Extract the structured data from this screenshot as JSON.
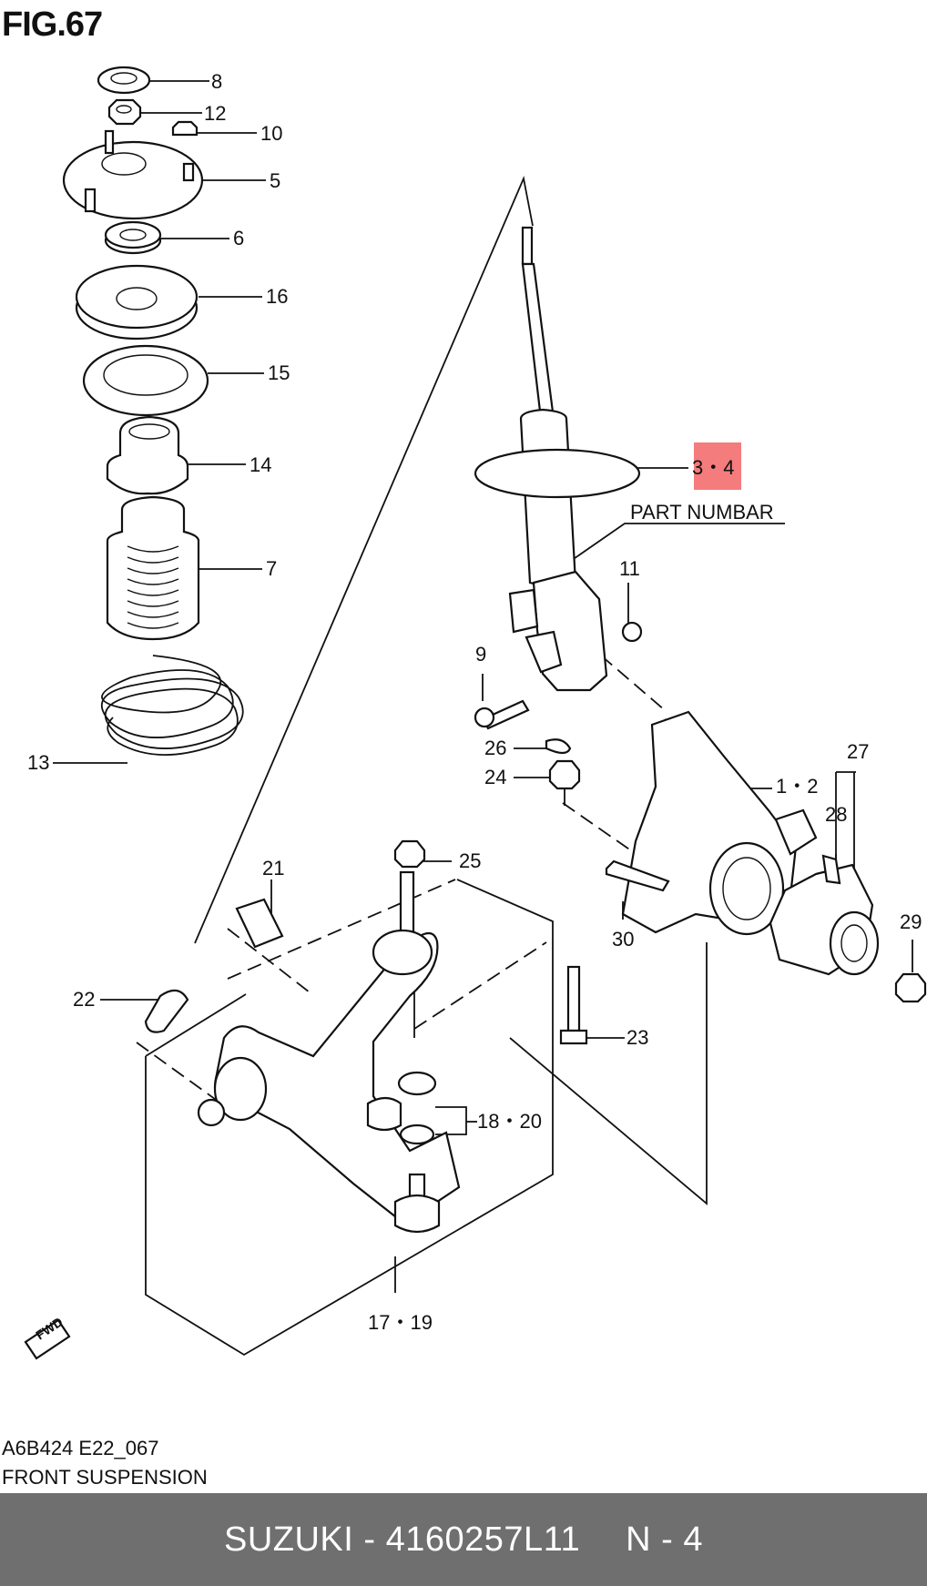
{
  "figure": {
    "title": "FIG.67",
    "code": "A6B424 E22_067",
    "name": "FRONT SUSPENSION"
  },
  "callouts": {
    "c8": "8",
    "c12": "12",
    "c10": "10",
    "c5": "5",
    "c6": "6",
    "c16": "16",
    "c15": "15",
    "c14": "14",
    "c7": "7",
    "c13": "13",
    "c34": "3・4",
    "part": "PART NUMBAR",
    "c11": "11",
    "c9": "9",
    "c26": "26",
    "c24": "24",
    "c12b": "1・2",
    "c27": "27",
    "c28": "28",
    "c21": "21",
    "c25": "25",
    "c30": "30",
    "c29": "29",
    "c22": "22",
    "c23": "23",
    "c1820": "18・20",
    "c1719": "17・19",
    "fwd": "FWD"
  },
  "footer": {
    "brand": "SUZUKI",
    "part_number": "4160257L11",
    "qty": "N - 4"
  },
  "colors": {
    "highlight": "#f47c7c",
    "footer_bg": "#6f6f6f",
    "footer_text": "#ffffff"
  }
}
